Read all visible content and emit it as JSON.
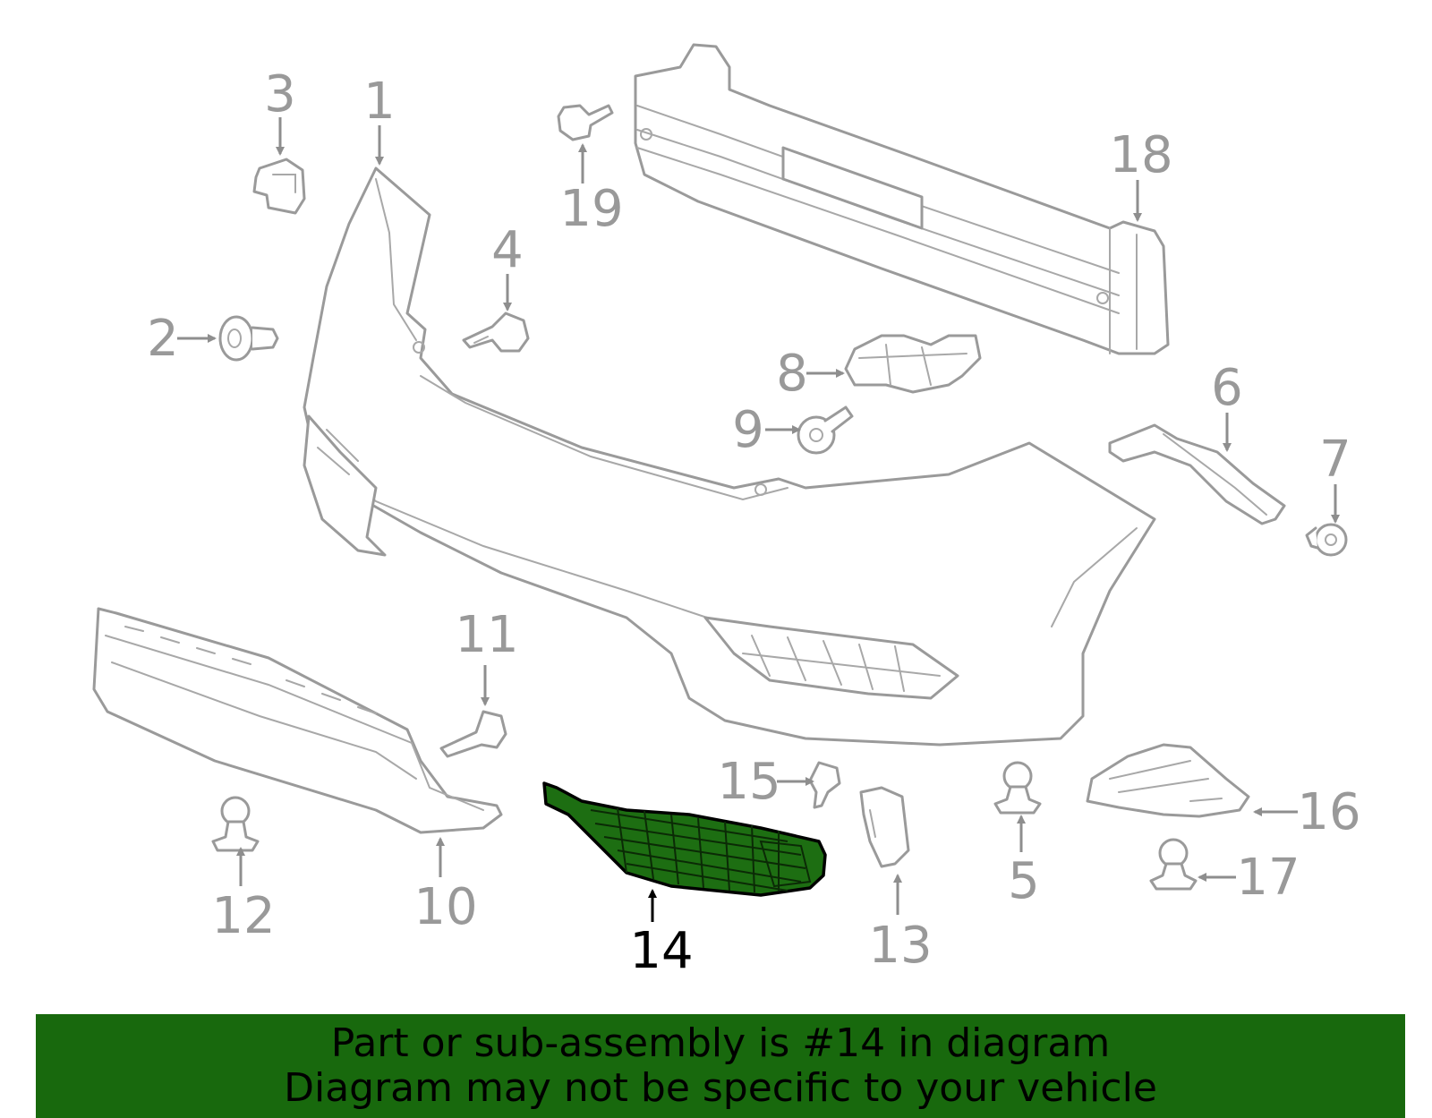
{
  "diagram": {
    "highlighted_part": "14",
    "callouts": [
      "1",
      "2",
      "3",
      "4",
      "5",
      "6",
      "7",
      "8",
      "9",
      "10",
      "11",
      "12",
      "13",
      "14",
      "15",
      "16",
      "17",
      "18",
      "19"
    ],
    "highlight_color": "#1d6e12",
    "part_line_color": "#9a9a9a"
  },
  "banner": {
    "line1": "Part or sub-assembly is #14 in diagram",
    "line2": "Diagram may not be specific to your vehicle",
    "background": "#18690d"
  }
}
